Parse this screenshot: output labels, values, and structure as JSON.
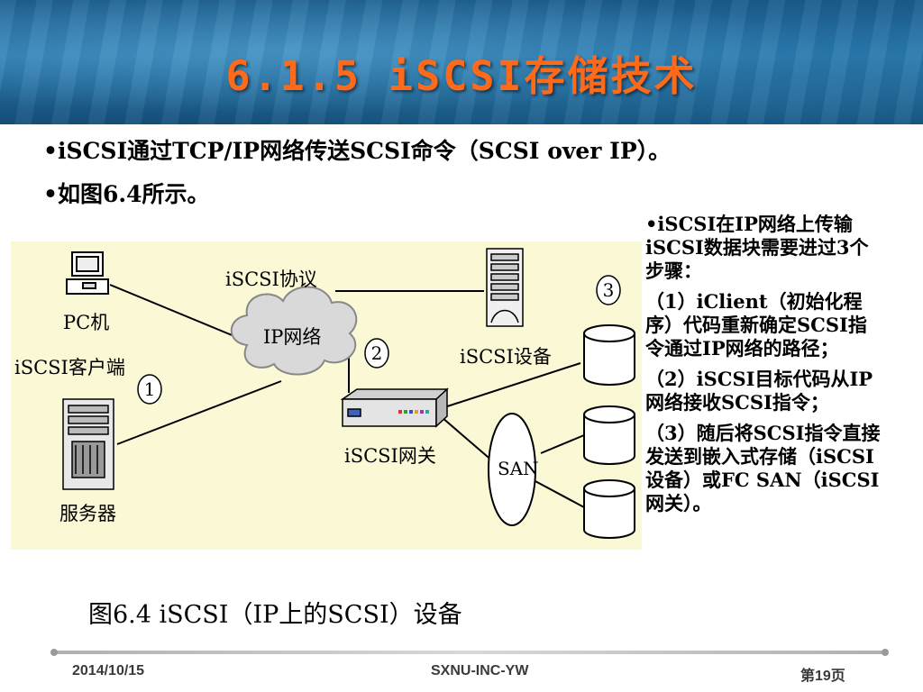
{
  "slide": {
    "title": "6.1.5 iSCSI存储技术",
    "bullets": [
      "•iSCSI通过TCP/IP网络传送SCSI命令（SCSI over IP）。",
      "•如图6.4所示。"
    ]
  },
  "diagram": {
    "labels": {
      "pc": "PC机",
      "iscsi_client": "iSCSI客户端",
      "server": "服务器",
      "iscsi_protocol": "iSCSI协议",
      "ip_network": "IP网络",
      "iscsi_device": "iSCSI设备",
      "iscsi_gateway": "iSCSI网关",
      "san": "SAN"
    },
    "step_markers": [
      "1",
      "2",
      "3"
    ]
  },
  "caption": "图6.4  iSCSI（IP上的SCSI）设备",
  "sidebar": {
    "intro": "•iSCSI在IP网络上传输iSCSI数据块需要进过3个步骤：",
    "steps": [
      "（1）iClient（初始化程序）代码重新确定SCSI指令通过IP网络的路径；",
      "（2）iSCSI目标代码从IP网络接收SCSI指令；",
      "（3）随后将SCSI指令直接发送到嵌入式存储（iSCSI设备）或FC SAN（iSCSI网关）。"
    ]
  },
  "footer": {
    "date": "2014/10/15",
    "org": "SXNU-INC-YW",
    "page": "第19页"
  },
  "colors": {
    "title": "#ff6a1a",
    "header_blue": "#1a5b8c",
    "figure_bg": "#fbf8d6"
  }
}
